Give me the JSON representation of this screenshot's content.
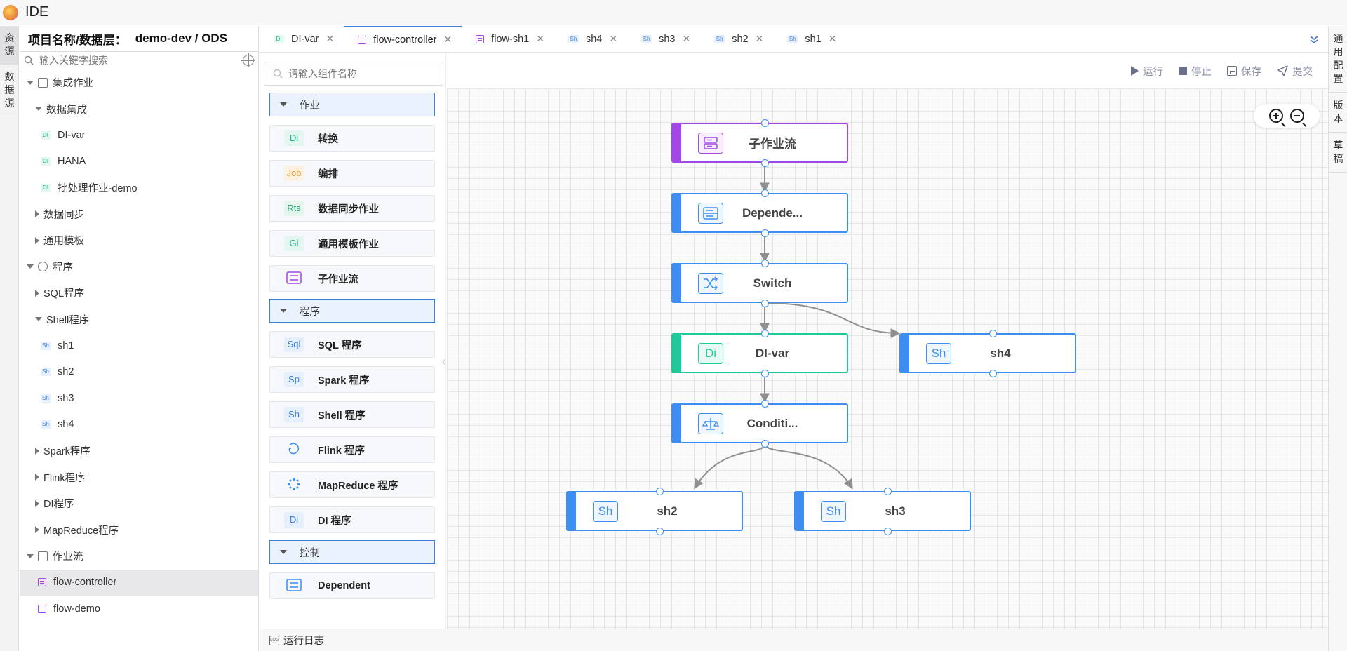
{
  "app": {
    "title": "IDE"
  },
  "left_tabs": [
    {
      "label": "资源",
      "active": true
    },
    {
      "label": "数据源",
      "active": false
    }
  ],
  "right_tabs": [
    {
      "label": "通用配置"
    },
    {
      "label": "版本"
    },
    {
      "label": "草稿"
    }
  ],
  "project": {
    "label": "项目名称/数据层：",
    "value": "demo-dev / ODS"
  },
  "search": {
    "placeholder": "输入关键字搜索"
  },
  "tree": [
    {
      "label": "集成作业",
      "level": 0,
      "expanded": true,
      "icon": "integration-icon"
    },
    {
      "label": "数据集成",
      "level": 1,
      "expanded": true
    },
    {
      "label": "DI-var",
      "level": 2,
      "badge": "DI"
    },
    {
      "label": "HANA",
      "level": 2,
      "badge": "DI"
    },
    {
      "label": "批处理作业-demo",
      "level": 2,
      "badge": "DI"
    },
    {
      "label": "数据同步",
      "level": 1,
      "expanded": false
    },
    {
      "label": "通用模板",
      "level": 1,
      "expanded": false
    },
    {
      "label": "程序",
      "level": 0,
      "expanded": true,
      "icon": "gear-icon"
    },
    {
      "label": "SQL程序",
      "level": 1,
      "expanded": false
    },
    {
      "label": "Shell程序",
      "level": 1,
      "expanded": true
    },
    {
      "label": "sh1",
      "level": 2,
      "badge": "Sh"
    },
    {
      "label": "sh2",
      "level": 2,
      "badge": "Sh"
    },
    {
      "label": "sh3",
      "level": 2,
      "badge": "Sh"
    },
    {
      "label": "sh4",
      "level": 2,
      "badge": "Sh"
    },
    {
      "label": "Spark程序",
      "level": 1,
      "expanded": false
    },
    {
      "label": "Flink程序",
      "level": 1,
      "expanded": false
    },
    {
      "label": "DI程序",
      "level": 1,
      "expanded": false
    },
    {
      "label": "MapReduce程序",
      "level": 1,
      "expanded": false
    },
    {
      "label": "作业流",
      "level": 0,
      "expanded": true,
      "icon": "workflow-icon"
    },
    {
      "label": "flow-controller",
      "level": 1,
      "badge": "flow",
      "selected": true
    },
    {
      "label": "flow-demo",
      "level": 1,
      "badge": "flow"
    }
  ],
  "tabs": [
    {
      "label": "DI-var",
      "badge": "DI",
      "active": false
    },
    {
      "label": "flow-controller",
      "badge": "flow",
      "active": true
    },
    {
      "label": "flow-sh1",
      "badge": "flow",
      "active": false
    },
    {
      "label": "sh4",
      "badge": "Sh",
      "active": false
    },
    {
      "label": "sh3",
      "badge": "Sh",
      "active": false
    },
    {
      "label": "sh2",
      "badge": "Sh",
      "active": false
    },
    {
      "label": "sh1",
      "badge": "Sh",
      "active": false
    }
  ],
  "toolbar": {
    "run": "运行",
    "stop": "停止",
    "save": "保存",
    "submit": "提交"
  },
  "palette": {
    "search_placeholder": "请输入组件名称",
    "groups": [
      {
        "label": "作业",
        "items": [
          {
            "icon": "Di",
            "label": "转换"
          },
          {
            "icon": "Job",
            "label": "编排"
          },
          {
            "icon": "Rts",
            "label": "数据同步作业"
          },
          {
            "icon": "Gi",
            "label": "通用模板作业"
          },
          {
            "icon": "subflow",
            "label": "子作业流"
          }
        ]
      },
      {
        "label": "程序",
        "items": [
          {
            "icon": "Sql",
            "label": "SQL 程序"
          },
          {
            "icon": "Sp",
            "label": "Spark 程序"
          },
          {
            "icon": "Sh",
            "label": "Shell 程序"
          },
          {
            "icon": "flink",
            "label": "Flink 程序"
          },
          {
            "icon": "mapreduce",
            "label": "MapReduce 程序"
          },
          {
            "icon": "Di",
            "label": "DI 程序"
          }
        ]
      },
      {
        "label": "控制",
        "items": [
          {
            "icon": "dependent",
            "label": "Dependent"
          }
        ]
      }
    ]
  },
  "nodes": {
    "subflow": {
      "label": "子作业流",
      "icon": "subflow-icon",
      "color": "#a347e6"
    },
    "dependent": {
      "label": "Depende...",
      "icon": "dependent-icon",
      "color": "#3d8ef0"
    },
    "switch": {
      "label": "Switch",
      "icon": "switch-icon",
      "color": "#3d8ef0"
    },
    "divar": {
      "label": "DI-var",
      "icon": "Di",
      "color": "#1ec99a"
    },
    "sh4": {
      "label": "sh4",
      "icon": "Sh",
      "color": "#3d8ef0"
    },
    "condition": {
      "label": "Conditi...",
      "icon": "condition-icon",
      "color": "#3d8ef0"
    },
    "sh2": {
      "label": "sh2",
      "icon": "Sh",
      "color": "#3d8ef0"
    },
    "sh3": {
      "label": "sh3",
      "icon": "Sh",
      "color": "#3d8ef0"
    }
  },
  "edges": [
    [
      "subflow",
      "dependent"
    ],
    [
      "dependent",
      "switch"
    ],
    [
      "switch",
      "divar"
    ],
    [
      "switch",
      "sh4"
    ],
    [
      "divar",
      "condition"
    ],
    [
      "condition",
      "sh2"
    ],
    [
      "condition",
      "sh3"
    ]
  ],
  "footer": {
    "log": "运行日志"
  },
  "colors": {
    "accent": "#3d8ef0",
    "subflow": "#a347e6",
    "di": "#1ec99a"
  }
}
